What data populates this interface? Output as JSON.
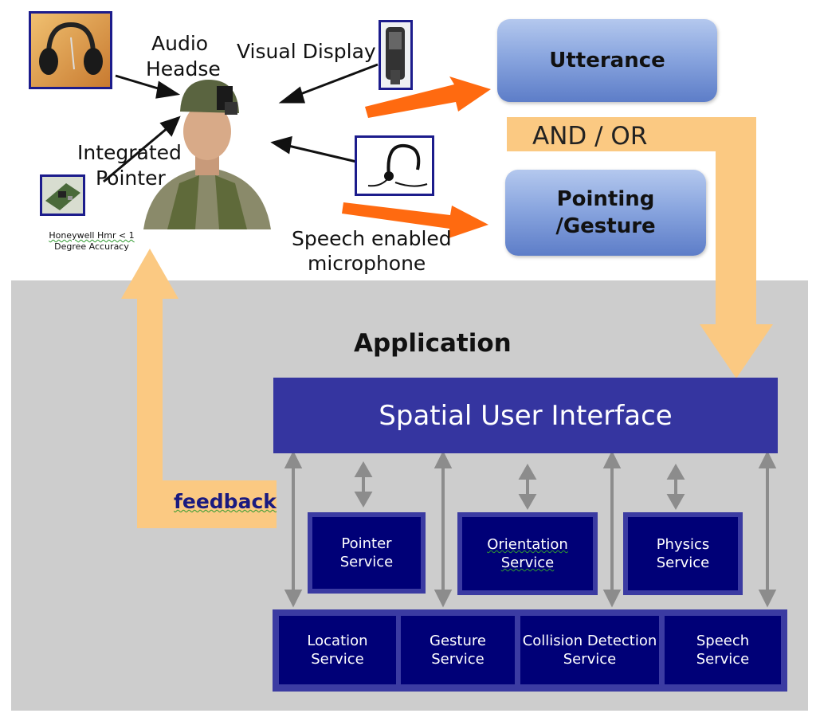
{
  "hardware": {
    "audio_headset_label": [
      "Audio",
      "Headse"
    ],
    "visual_display_label": "Visual Display",
    "integrated_pointer_label": [
      "Integrated",
      "Pointer"
    ],
    "accuracy_note": [
      "Honeywell Hmr < 1",
      "Degree Accuracy"
    ],
    "microphone_label": [
      "Speech enabled",
      "microphone"
    ]
  },
  "modes": {
    "utterance": "Utterance",
    "and_or": "AND / OR",
    "pointing_gesture": [
      "Pointing",
      "/Gesture"
    ]
  },
  "application": {
    "title": "Application",
    "feedback": "feedback",
    "spatial_ui": "Spatial User Interface",
    "upper_services": [
      [
        "Pointer",
        "Service"
      ],
      [
        "Orientation",
        "Service"
      ],
      [
        "Physics",
        "Service"
      ]
    ],
    "lower_services": [
      [
        "Location",
        "Service"
      ],
      [
        "Gesture",
        "Service"
      ],
      [
        "Collision Detection",
        "Service"
      ],
      [
        "Speech",
        "Service"
      ]
    ]
  },
  "colors": {
    "orange_arrow": "#ff6a10",
    "pale_orange": "#fbc982",
    "panel_gray": "#cdcdcd",
    "sui_blue": "#3535a0",
    "service_navy": "#000077",
    "service_border": "#3b3ba2",
    "connector_gray": "#8c8c8c"
  }
}
